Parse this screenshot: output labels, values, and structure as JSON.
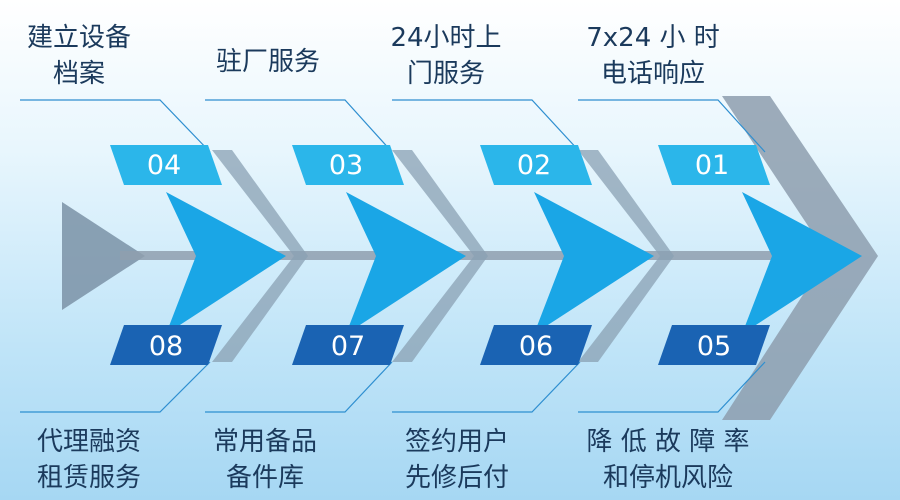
{
  "top_items": [
    {
      "number": "04",
      "lines": [
        "建立设备",
        "档案"
      ]
    },
    {
      "number": "03",
      "lines": [
        "驻厂服务"
      ]
    },
    {
      "number": "02",
      "lines": [
        "24小时上",
        "门服务"
      ]
    },
    {
      "number": "01",
      "lines": [
        "7x24 小 时",
        "电话响应"
      ]
    }
  ],
  "bottom_items": [
    {
      "number": "08",
      "lines": [
        "代理融资",
        "租赁服务"
      ]
    },
    {
      "number": "07",
      "lines": [
        "常用备品",
        "备件库"
      ]
    },
    {
      "number": "06",
      "lines": [
        "签约用户",
        "先修后付"
      ]
    },
    {
      "number": "05",
      "lines": [
        "降 低 故 障 率",
        "和停机风险"
      ]
    }
  ],
  "colors": {
    "top_badge": "#2bb6ea",
    "bottom_badge": "#1a63b3",
    "arrow": "#1aa6e6",
    "spine": "#8f9fae",
    "tail": "#7f97ab"
  }
}
